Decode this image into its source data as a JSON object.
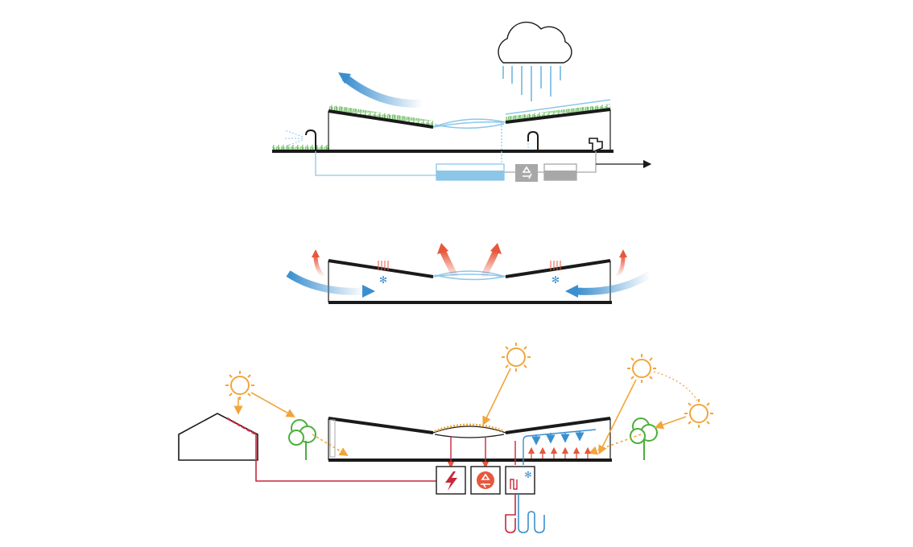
{
  "diagram": {
    "panels": [
      {
        "id": "water",
        "elements": [
          "rain-cloud",
          "green-roof",
          "skylight",
          "irrigation-sprinkler",
          "water-tank",
          "recycling-unit",
          "filter-tank",
          "toilet",
          "drain-outlet",
          "evaporation-arrow"
        ]
      },
      {
        "id": "ventilation",
        "elements": [
          "cool-air-inflow",
          "warm-air-exhaust",
          "skylight",
          "ceiling-fan-coils"
        ]
      },
      {
        "id": "energy",
        "elements": [
          "sun",
          "house-with-solar-panel",
          "trees",
          "power-unit",
          "recycling-unit",
          "heat-pump-unit",
          "ground-loop",
          "radiant-heating",
          "skylight"
        ]
      }
    ],
    "colors": {
      "line": "#1a1a1a",
      "grass": "#4caf3c",
      "water": "#8cc6e8",
      "water_dark": "#3b8fcf",
      "warm": "#e8573c",
      "sun": "#f2a53a",
      "tree": "#4caf3c",
      "power": "#c8283c",
      "grey": "#a8a8a8"
    }
  }
}
